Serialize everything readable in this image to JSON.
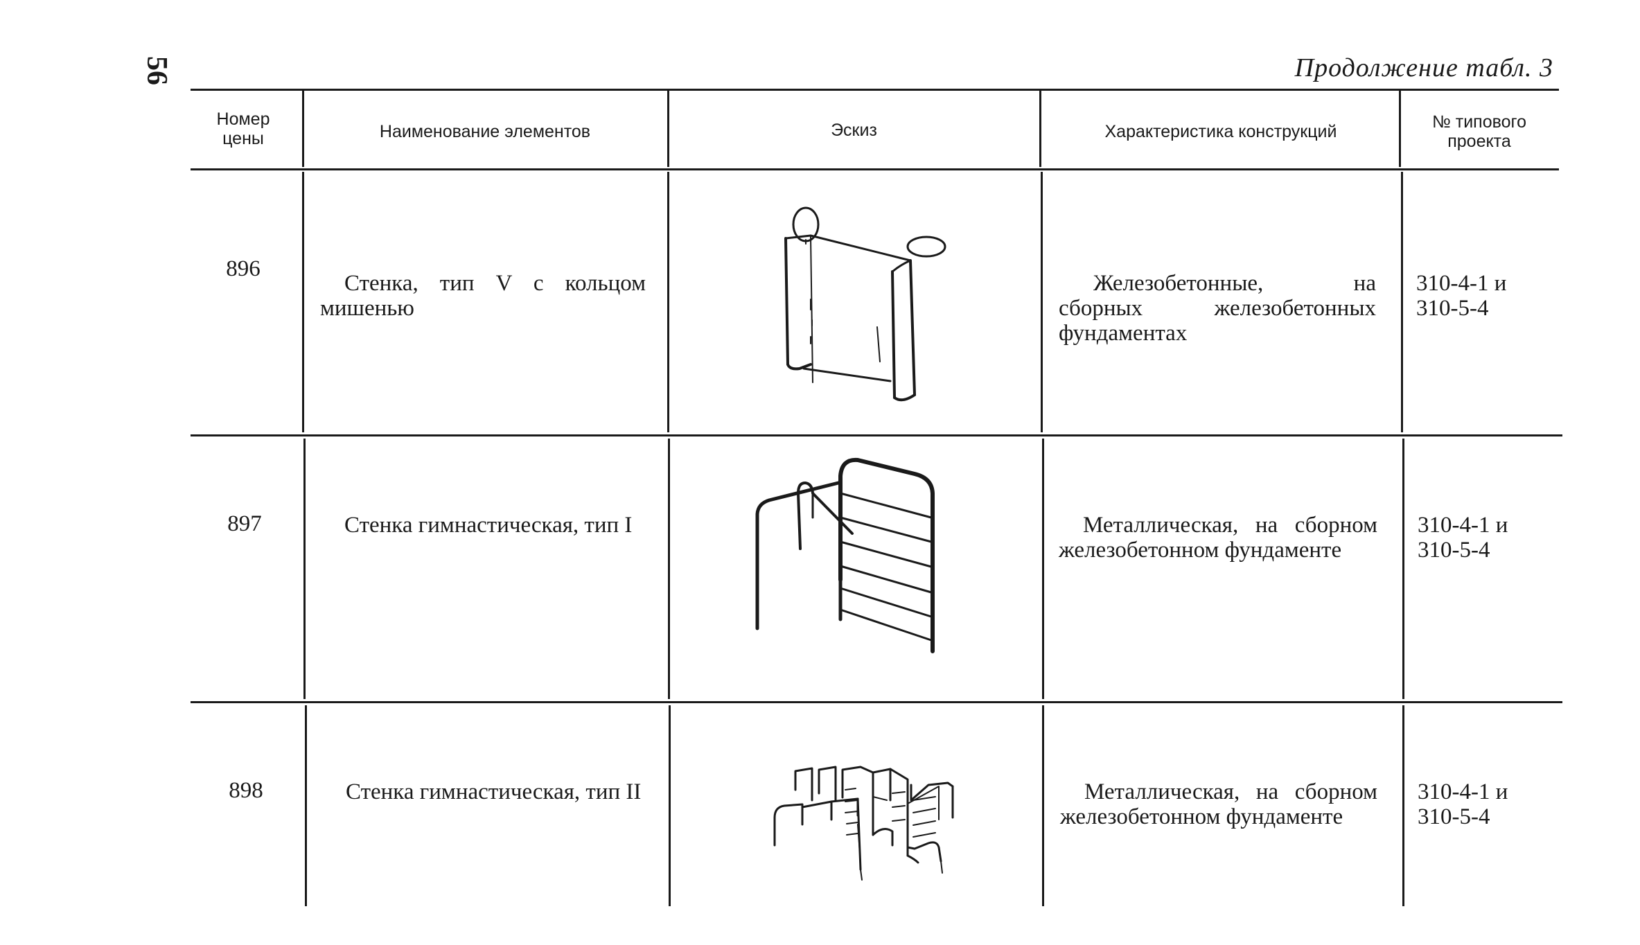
{
  "page_number": "56",
  "continuation": "Продолжение табл. 3",
  "headers": {
    "number": "Номер цены",
    "name": "Наименование элементов",
    "sketch": "Эскиз",
    "characteristic": "Характеристика конструкций",
    "project": "№ типового проекта"
  },
  "rows": [
    {
      "number": "896",
      "name": "Стенка, тип V с кольцом мишенью",
      "characteristic": "Железобетонные, на сборных железобетонных фундаментах",
      "project": "310-4-1 и 310-5-4",
      "sketch": "concrete-wall-with-target-ring"
    },
    {
      "number": "897",
      "name": "Стенка гимнастическая, тип I",
      "characteristic": "Металлическая, на сборном железобетонном фундаменте",
      "project": "310-4-1 и 310-5-4",
      "sketch": "gymnastic-wall-type-1"
    },
    {
      "number": "898",
      "name": "Стенка гимнастическая, тип II",
      "characteristic": "Металлическая, на сборном железобетонном фундаменте",
      "project": "310-4-1 и 310-5-4",
      "sketch": "gymnastic-wall-type-2"
    }
  ]
}
